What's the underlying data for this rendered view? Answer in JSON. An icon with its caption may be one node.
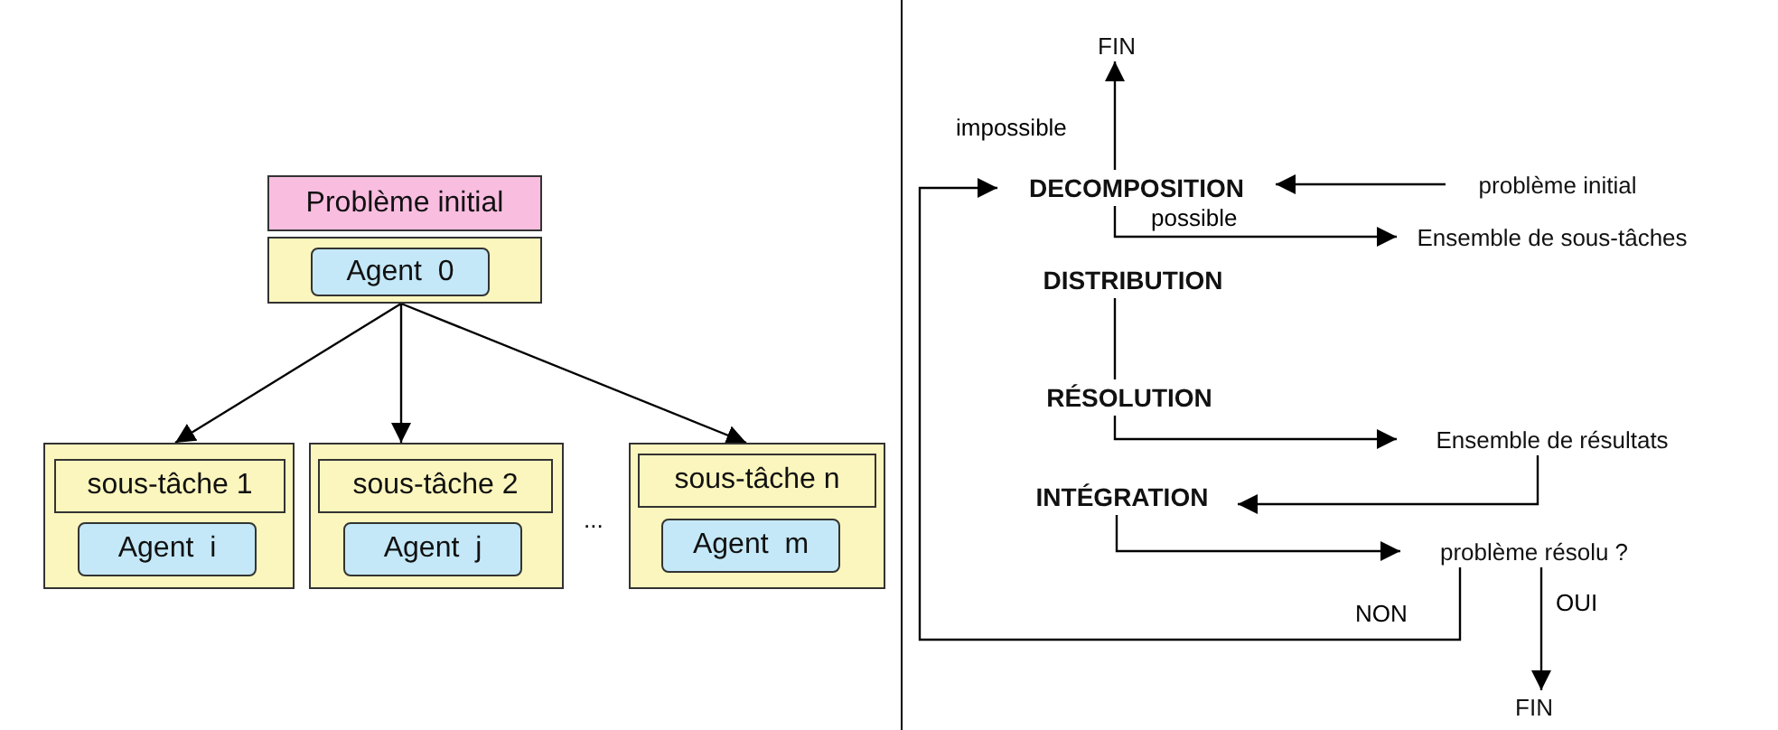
{
  "diagram": {
    "nodes": [
      {
        "text": [
          "Problème initial"
        ]
      },
      {
        "text": [],
        "shape": "box"
      },
      {
        "text": [
          "Agent  0"
        ],
        "in": 1
      },
      {
        "text": [],
        "shape": "box"
      },
      {
        "text": [
          "sous-tâche 1"
        ],
        "in": 3
      },
      {
        "text": [
          "Agent  i"
        ],
        "in": 3
      },
      {
        "text": [],
        "shape": "box"
      },
      {
        "text": [
          "sous-tâche 2"
        ],
        "in": 6
      },
      {
        "text": [
          "Agent  j"
        ],
        "in": 6
      },
      {
        "text": [],
        "shape": "box"
      },
      {
        "text": [
          "sous-tâche n"
        ],
        "in": 9
      },
      {
        "text": [
          "Agent  m"
        ],
        "in": 9
      },
      {
        "text": [
          "FIN"
        ]
      },
      {
        "text": [
          "DECOMPOSITION"
        ]
      },
      {
        "text": [
          "problème initial"
        ]
      },
      {
        "text": [
          "Ensemble de sous-tâches"
        ]
      },
      {
        "text": [
          "DISTRIBUTION"
        ]
      },
      {
        "text": [
          "RÉSOLUTION"
        ]
      },
      {
        "text": [
          "Ensemble de résultats"
        ]
      },
      {
        "text": [
          "INTÉGRATION"
        ]
      },
      {
        "text": [
          "problème résolu ?"
        ]
      },
      {
        "text": [
          "FIN"
        ]
      }
    ],
    "edges": [
      {
        "from": 1,
        "to": 3,
        "arrow": "to"
      },
      {
        "from": 1,
        "to": 6,
        "arrow": "to"
      },
      {
        "from": 1,
        "to": 9,
        "arrow": "to"
      },
      {
        "from": 13,
        "to": 12,
        "arrow": "to",
        "label": "impossible"
      },
      {
        "from": 14,
        "to": 13,
        "arrow": "to"
      },
      {
        "from": 13,
        "to": 15,
        "arrow": "to",
        "label": "possible"
      },
      {
        "from": 16,
        "to": 17,
        "arrow": "none"
      },
      {
        "from": 17,
        "to": 18,
        "arrow": "to"
      },
      {
        "from": 18,
        "to": 19,
        "arrow": "to"
      },
      {
        "from": 19,
        "to": 20,
        "arrow": "to"
      },
      {
        "from": 20,
        "to": 21,
        "arrow": "to",
        "label": "OUI"
      },
      {
        "from": 20,
        "to": 13,
        "arrow": "to",
        "label": "NON"
      }
    ],
    "labels": [
      "..."
    ]
  }
}
